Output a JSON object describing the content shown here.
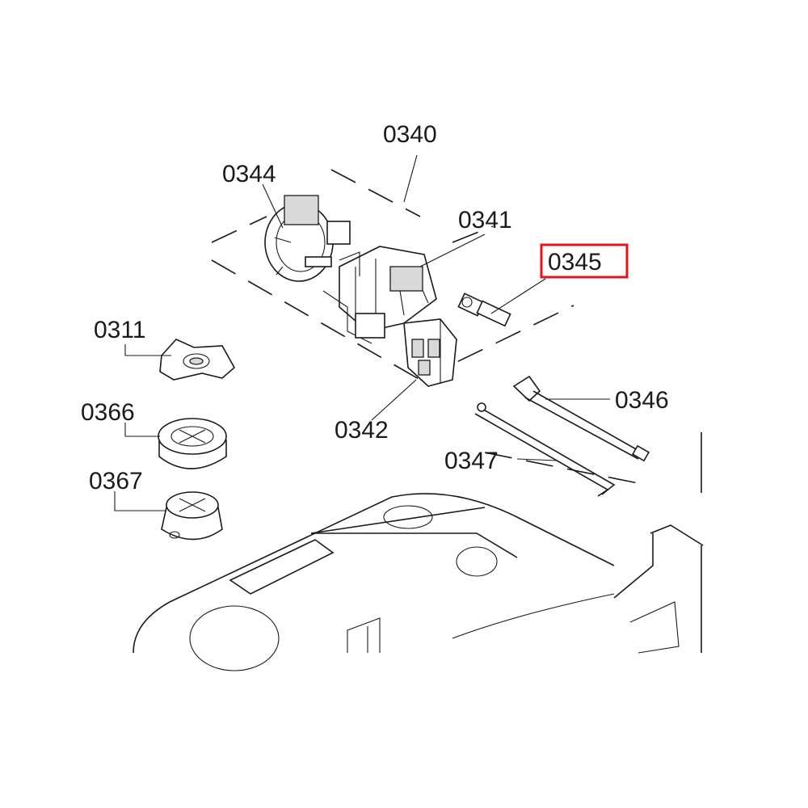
{
  "callouts": {
    "c0340": "0340",
    "c0341": "0341",
    "c0342": "0342",
    "c0344": "0344",
    "c0345": "0345",
    "c0346": "0346",
    "c0347": "0347",
    "c0311": "0311",
    "c0366": "0366",
    "c0367": "0367"
  },
  "highlight": {
    "part": "0345",
    "color": "#e2141c"
  }
}
